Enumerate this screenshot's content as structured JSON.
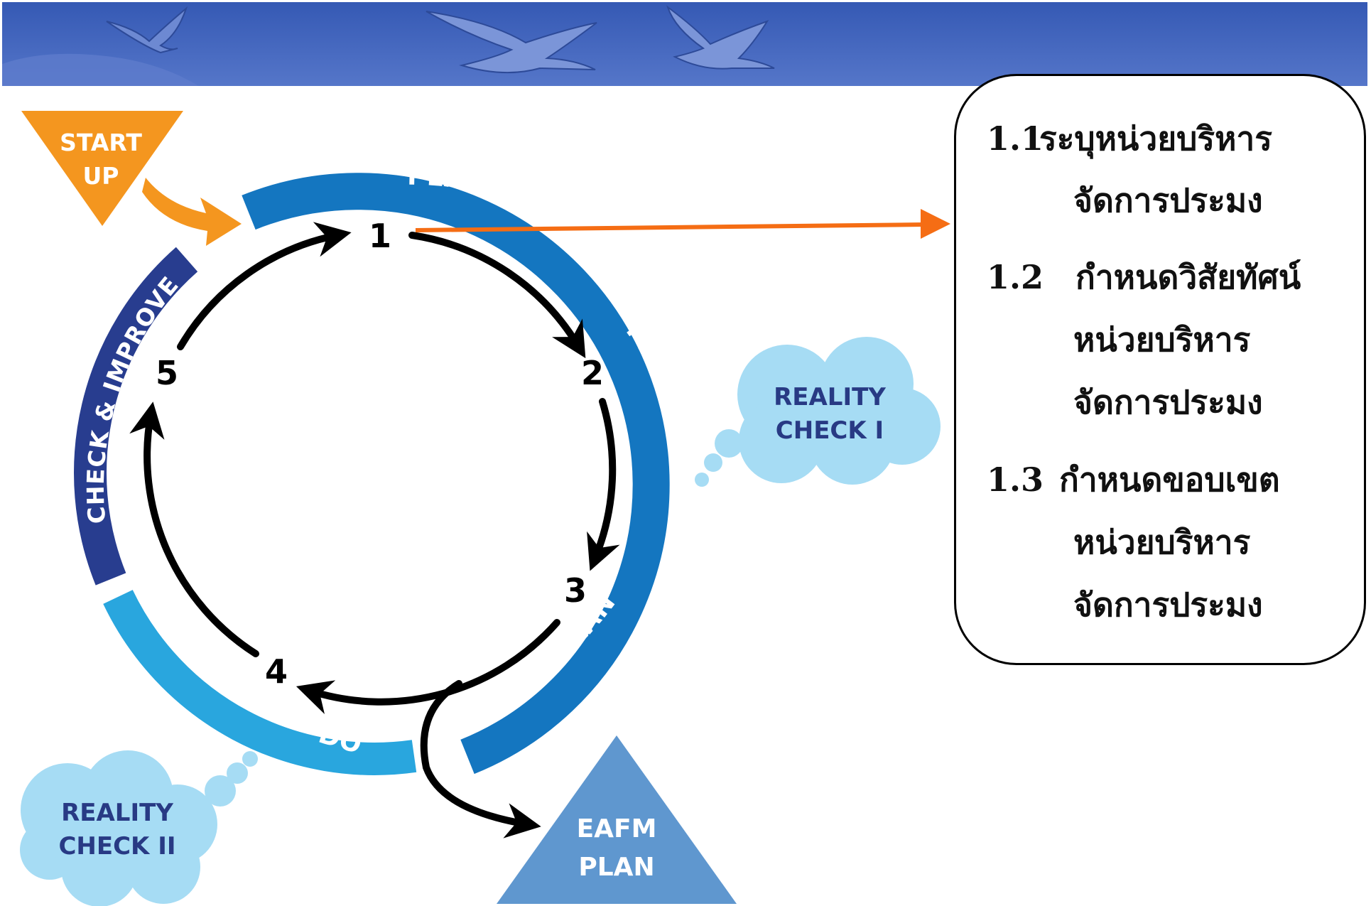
{
  "colors": {
    "banner_blue": "#3e62be",
    "plan_blue": "#1476c0",
    "check_navy": "#283d8f",
    "do_cyan": "#29a6de",
    "startup_orange": "#f4961f",
    "arrow_orange": "#f56d14",
    "cloud_blue": "#a6dcf4",
    "cloud_text": "#283a84",
    "eafm_blue": "#5f97cf"
  },
  "banner": {
    "icons": [
      "seagull-icon",
      "seagull-icon",
      "seagull-icon"
    ]
  },
  "startup": {
    "line1": "START",
    "line2": "UP"
  },
  "cycle": {
    "plan_label": "PLAN",
    "check_improve_label": "CHECK & IMPROVE",
    "do_label": "DO",
    "steps": [
      "1",
      "2",
      "3",
      "4",
      "5"
    ]
  },
  "reality_check_1": {
    "line1": "REALITY",
    "line2": "CHECK I"
  },
  "reality_check_2": {
    "line1": "REALITY",
    "line2": "CHECK II"
  },
  "eafm_plan": {
    "line1": "EAFM",
    "line2": "PLAN"
  },
  "step1_details": {
    "item1": {
      "number": "1.1",
      "line1": "ระบุหน่วยบริหาร",
      "line2": "จัดการประมง"
    },
    "item2": {
      "number": "1.2",
      "line1": "กำหนดวิสัยทัศน์",
      "line2": "หน่วยบริหาร",
      "line3": "จัดการประมง"
    },
    "item3": {
      "number": "1.3",
      "line1": "กำหนดขอบเขต",
      "line2": "หน่วยบริหาร",
      "line3": "จัดการประมง"
    }
  }
}
